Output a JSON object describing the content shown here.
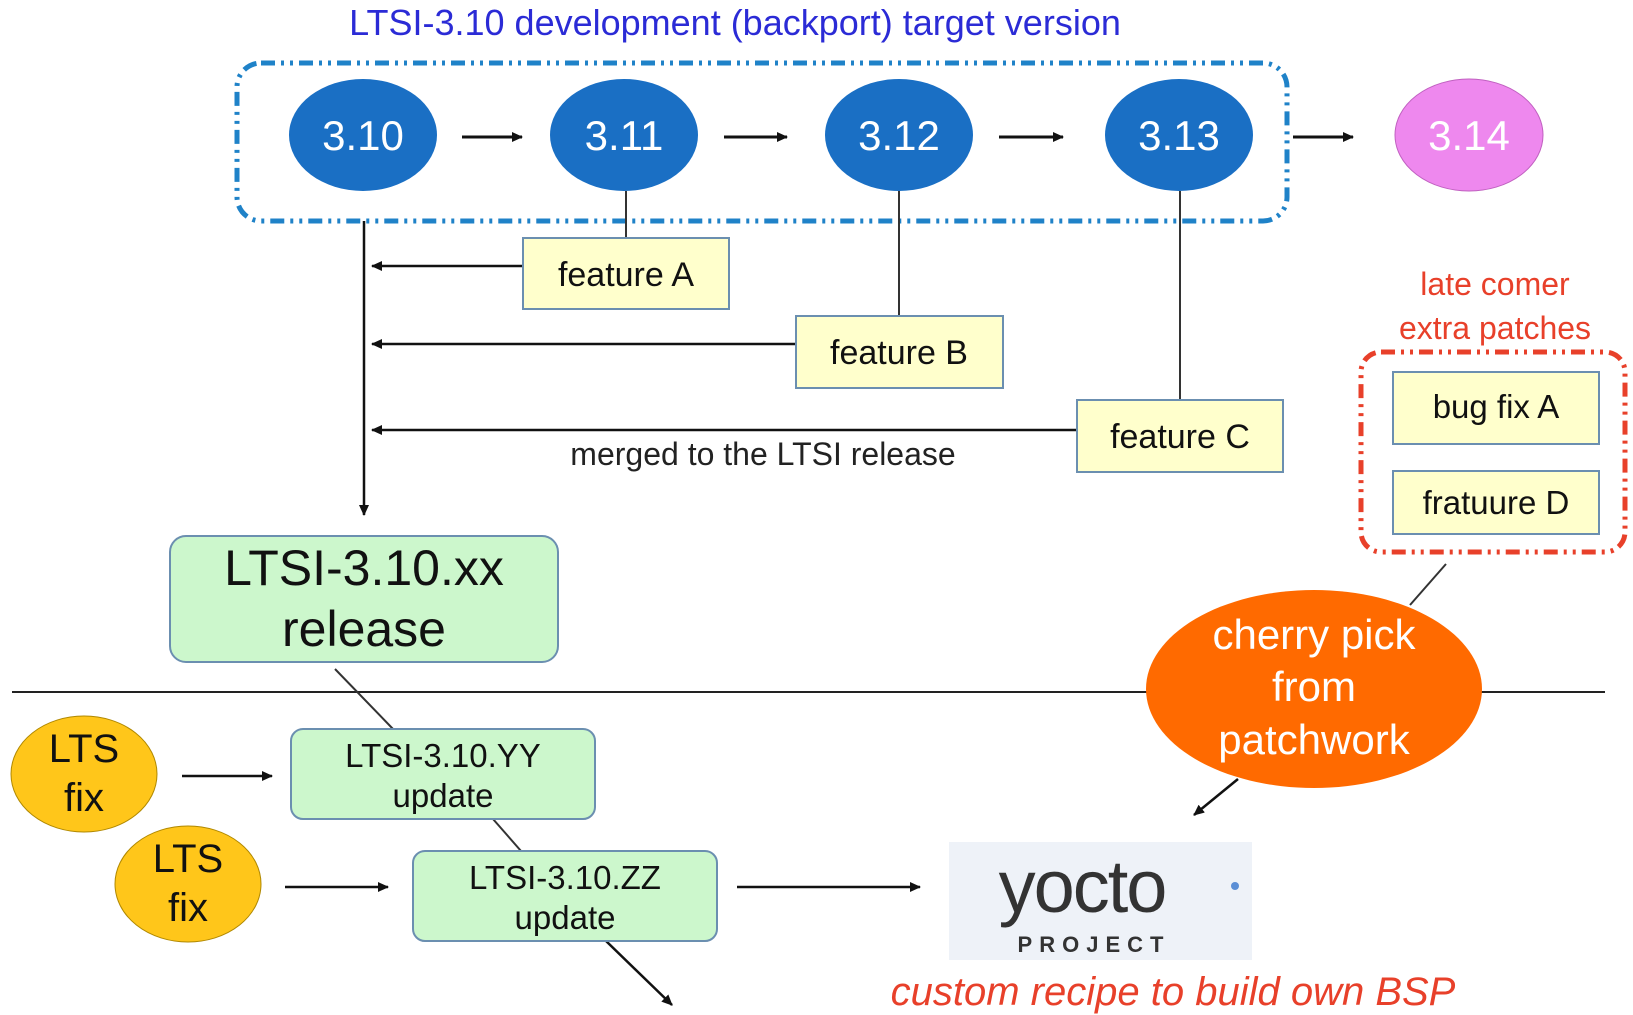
{
  "title": "LTSI-3.10 development (backport) target version",
  "versions": {
    "v310": "3.10",
    "v311": "3.11",
    "v312": "3.12",
    "v313": "3.13",
    "v314": "3.14"
  },
  "features": {
    "feature_a": "feature A",
    "feature_b": "feature B",
    "feature_c": "feature C"
  },
  "merged_label": "merged to the LTSI release",
  "late_comer": {
    "line1": "late comer",
    "line2": "extra patches",
    "bug_fix_a": "bug fix A",
    "feature_d": "fratuure D"
  },
  "release": {
    "line1": "LTSI-3.10.xx",
    "line2": "release"
  },
  "cherry_pick": {
    "line1": "cherry pick",
    "line2": "from",
    "line3": "patchwork"
  },
  "lts_fix_1": {
    "line1": "LTS",
    "line2": "fix"
  },
  "lts_fix_2": {
    "line1": "LTS",
    "line2": "fix"
  },
  "update_yy": {
    "line1": "LTSI-3.10.YY",
    "line2": "update"
  },
  "update_zz": {
    "line1": "LTSI-3.10.ZZ",
    "line2": "update"
  },
  "yocto": {
    "word": "yocto",
    "sub": "PROJECT"
  },
  "custom_recipe": "custom recipe to build own BSP",
  "colors": {
    "title_blue": "#2b2bd6",
    "version_blue": "#1a6fc4",
    "future_pink": "#ee88ee",
    "dash_blue": "#1f82c8",
    "feature_fill": "#ffffcc",
    "feature_stroke": "#6b8fb0",
    "release_fill": "#ccf7cc",
    "late_red": "#e8402a",
    "cherry_orange": "#ff6a00",
    "lts_yellow": "#ffc61a",
    "recipe_red": "#e8402a"
  }
}
